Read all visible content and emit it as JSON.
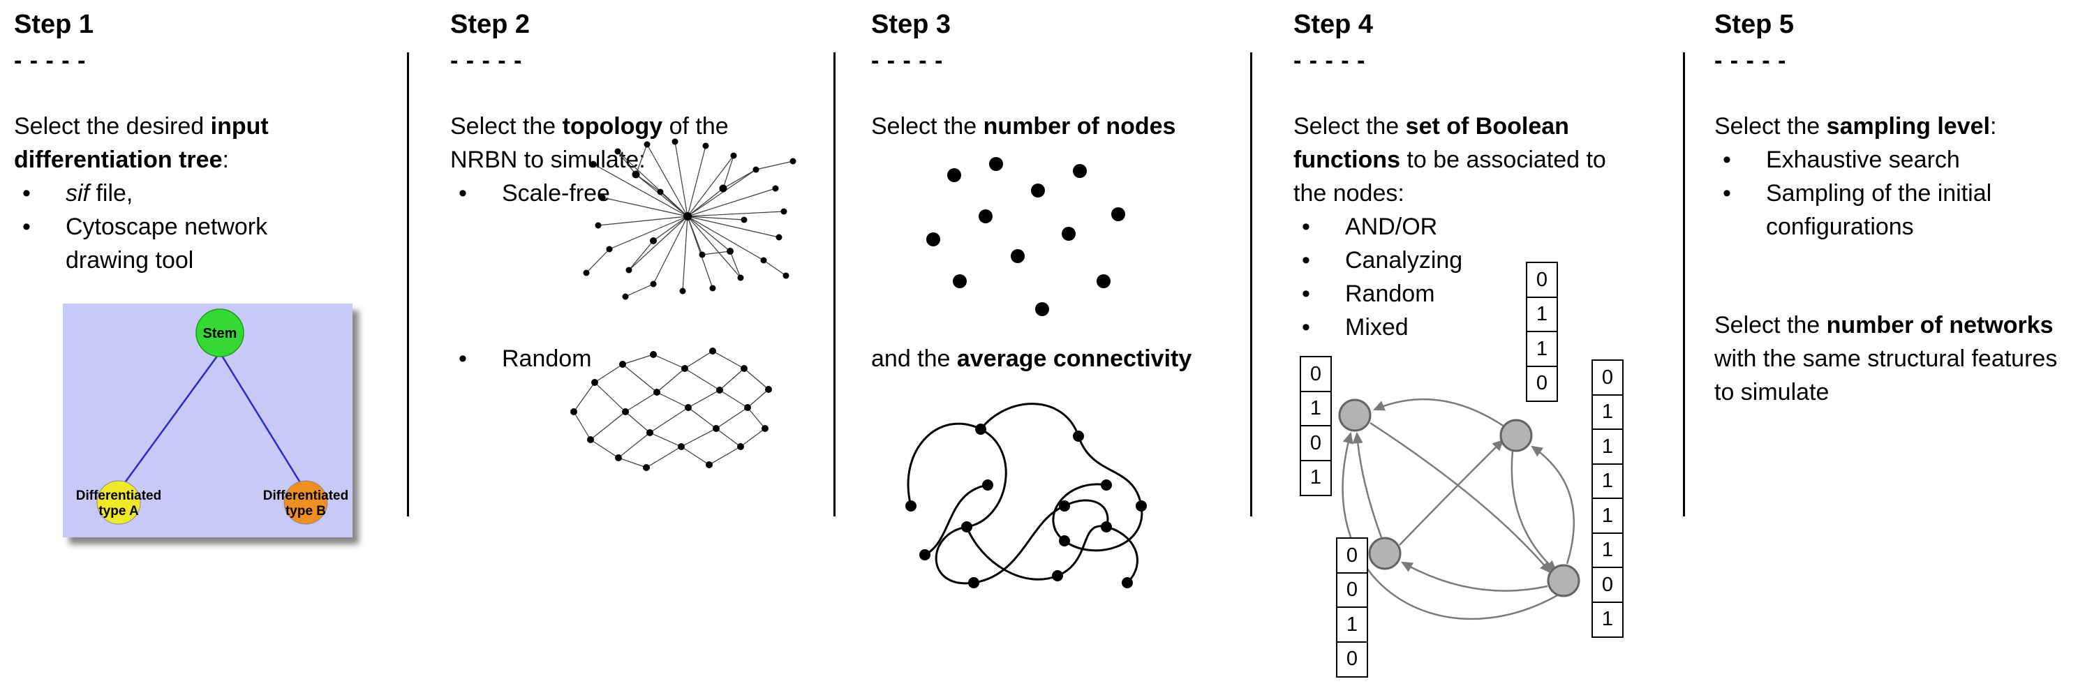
{
  "colors": {
    "divider": "#000000",
    "tree_bg": "#c9c9f7",
    "stem_fill": "#35d935",
    "type_a_fill": "#efe92a",
    "type_b_fill": "#ef8e22",
    "tree_edge": "#2929cc"
  },
  "step1": {
    "title": "Step 1",
    "dashes": "- - - - -",
    "lead": {
      "pre": "Select the desired ",
      "bold": "input differentiation tree",
      "post": ":"
    },
    "bullet1": {
      "italic": "sif",
      "rest": " file,"
    },
    "bullet2": "Cytoscape network drawing tool",
    "tree": {
      "root": "Stem",
      "leaf_a_line1": "Differentiated",
      "leaf_a_line2": "type A",
      "leaf_b_line1": "Differentiated",
      "leaf_b_line2": "type B"
    }
  },
  "step2": {
    "title": "Step 2",
    "dashes": "- - - - -",
    "lead": {
      "pre": "Select the ",
      "bold": "topology",
      "post": " of the NRBN to simulate:"
    },
    "bullet1": "Scale-free",
    "bullet2": "Random"
  },
  "step3": {
    "title": "Step 3",
    "dashes": "- - - - -",
    "lead": {
      "pre": "Select the ",
      "bold": "number of nodes",
      "post": ""
    },
    "mid": {
      "pre": "and the ",
      "bold": "average connectivity",
      "post": ""
    }
  },
  "step4": {
    "title": "Step 4",
    "dashes": "- - - - -",
    "lead": {
      "pre": "Select the ",
      "bold": "set of Boolean functions",
      "post": " to be associated to the nodes:"
    },
    "bullets": [
      "AND/OR",
      "Canalyzing",
      "Random",
      "Mixed"
    ],
    "tables": {
      "left": [
        "0",
        "1",
        "0",
        "1"
      ],
      "top": [
        "0",
        "1",
        "1",
        "0"
      ],
      "bottom": [
        "0",
        "0",
        "1",
        "0"
      ],
      "right": [
        "0",
        "1",
        "1",
        "1",
        "1",
        "1",
        "0",
        "1"
      ]
    }
  },
  "step5": {
    "title": "Step 5",
    "dashes": "- - - - -",
    "lead": {
      "pre": "Select the ",
      "bold": "sampling level",
      "post": ":"
    },
    "bullets": [
      "Exhaustive search",
      "Sampling of the initial configurations"
    ],
    "second": {
      "pre": "Select the ",
      "bold": "number of networks",
      "post": " with the same structural features to simulate"
    }
  }
}
